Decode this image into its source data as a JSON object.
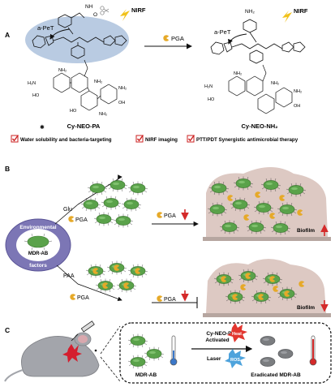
{
  "panels": {
    "a": {
      "label": "A",
      "left_compound": "Cy-NEO-PA",
      "right_compound": "Cy-NEO-NH₂",
      "apet": "a-PeT",
      "nirf": "NIRF",
      "enzyme": "PGA",
      "nh2": "NH₂",
      "features": [
        "Water solubility and bacteria-targeting",
        "NIRF imaging",
        "PTT/PDT Synergistic antimicrobial therapy"
      ]
    },
    "b": {
      "label": "B",
      "glu": "Glu",
      "paa": "PAA",
      "pga": "PGA",
      "biofilm": "Biofilm",
      "circle_text": "MDR-AB",
      "ring_top": "Environmental",
      "ring_bottom": "factors"
    },
    "c": {
      "label": "C",
      "mdr_left": "MDR-AB",
      "compound": "Cy-NEO-PA",
      "activated": "Activated",
      "heat": "Heat",
      "laser": "Laser",
      "ros": "ROS",
      "eradicated": "Eradicated MDR-AB"
    }
  },
  "colors": {
    "bacteria_green": "#5aa24a",
    "bacteria_gray": "#7b7d80",
    "biofilm_pink": "#ddc9c3",
    "pga_yellow": "#e6a928",
    "arrow_red": "#d42a2a",
    "check_red": "#cc2222",
    "factor_purple": "#7c76b5",
    "ellipse_blue": "#b9cbe2",
    "mouse_gray": "#a3a5ab"
  }
}
